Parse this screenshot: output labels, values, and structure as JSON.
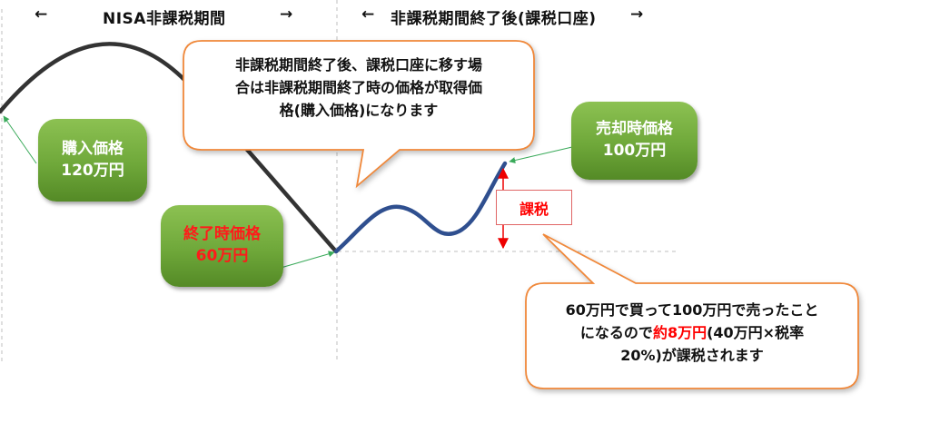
{
  "header": {
    "left_arrow_l": "←",
    "left_title": "NISA非課税期間",
    "left_arrow_r": "→",
    "right_arrow_l": "←",
    "right_title": "非課税期間終了後(課税口座)",
    "right_arrow_r": "→"
  },
  "labels": {
    "purchase": {
      "line1": "購入価格",
      "line2": "120万円"
    },
    "end": {
      "line1": "終了時価格",
      "line2": "60万円"
    },
    "sale": {
      "line1": "売却時価格",
      "line2": "100万円"
    },
    "tax": "課税"
  },
  "callout_top": {
    "line1": "非課税期間終了後、課税口座に移す場",
    "line2": "合は非課税期間終了時の価格が取得価",
    "line3": "格(購入価格)になります"
  },
  "callout_bottom": {
    "line1": "60万円で買って100万円で売ったこと",
    "line2_pre": "になるので",
    "line2_red": "約8万円",
    "line2_post": "(40万円×税率",
    "line3": "20%)が課税されます"
  },
  "colors": {
    "nisa_line": "#333333",
    "taxable_line": "#2f4f8f",
    "pill_green": "#6fa83a",
    "callout_border": "#f0883a",
    "tax_red": "#ff0000",
    "pointer_green": "#3aaa5a"
  }
}
